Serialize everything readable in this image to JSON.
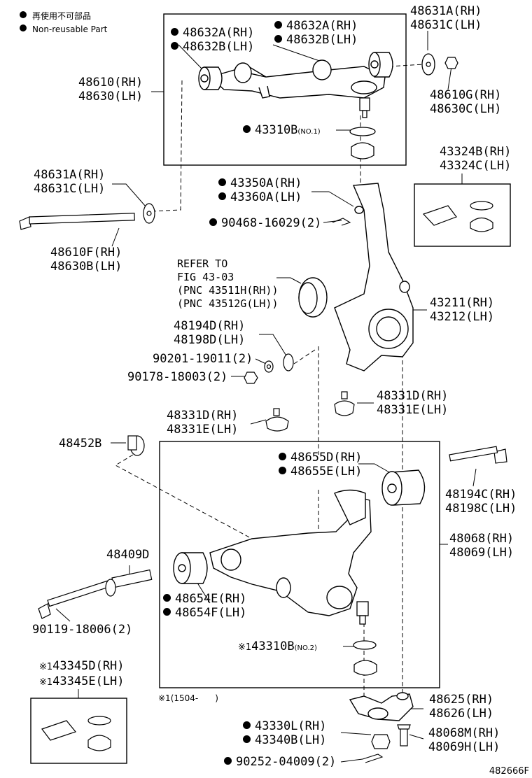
{
  "legend": {
    "non_reusable_ja": "再使用不可部品",
    "non_reusable_en": "Non-reusable Part"
  },
  "diagram_code": "482666F",
  "footnote": "※1(1504-　　)",
  "labels": {
    "p48632_a": "48632A(RH)",
    "p48632_b": "48632B(LH)",
    "p48632_a2": "48632A(RH)",
    "p48632_b2": "48632B(LH)",
    "p48631_a_top": "48631A(RH)",
    "p48631_c_top": "48631C(LH)",
    "p48610": "48610(RH)",
    "p48630": "48630(LH)",
    "p48610g": "48610G(RH)",
    "p48630c": "48630C(LH)",
    "p43310b_1": "43310B",
    "p43310b_1_note": "(NO.1)",
    "p43324b": "43324B(RH)",
    "p43324c": "43324C(LH)",
    "p48631_a_mid": "48631A(RH)",
    "p48631_c_mid": "48631C(LH)",
    "p43350a": "43350A(RH)",
    "p43360a": "43360A(LH)",
    "p90468": "90468-16029(2)",
    "p48610f": "48610F(RH)",
    "p48630b": "48630B(LH)",
    "refer_1": "REFER TO",
    "refer_2": "FIG 43-03",
    "refer_3": "(PNC 43511H(RH))",
    "refer_4": "(PNC 43512G(LH))",
    "p43211": "43211(RH)",
    "p43212": "43212(LH)",
    "p48194d": "48194D(RH)",
    "p48198d": "48198D(LH)",
    "p90201": "90201-19011(2)",
    "p90178": "90178-18003(2)",
    "p48331d_r": "48331D(RH)",
    "p48331e_r": "48331E(LH)",
    "p48331d_l": "48331D(RH)",
    "p48331e_l": "48331E(LH)",
    "p48452b": "48452B",
    "p48655d": "48655D(RH)",
    "p48655e": "48655E(LH)",
    "p48194c": "48194C(RH)",
    "p48198c": "48198C(LH)",
    "p48068": "48068(RH)",
    "p48069": "48069(LH)",
    "p48409d": "48409D",
    "p48654e": "48654E(RH)",
    "p48654f": "48654F(LH)",
    "p90119": "90119-18006(2)",
    "p43310b_2_mark": "※1",
    "p43310b_2": "43310B",
    "p43310b_2_note": "(NO.2)",
    "p43345d_mark": "※1",
    "p43345d": "43345D(RH)",
    "p43345e_mark": "※1",
    "p43345e": "43345E(LH)",
    "p48625": "48625(RH)",
    "p48626": "48626(LH)",
    "p43330l": "43330L(RH)",
    "p43340b": "43340B(LH)",
    "p48068m": "48068M(RH)",
    "p48069h": "48069H(LH)",
    "p90252": "90252-04009(2)"
  }
}
